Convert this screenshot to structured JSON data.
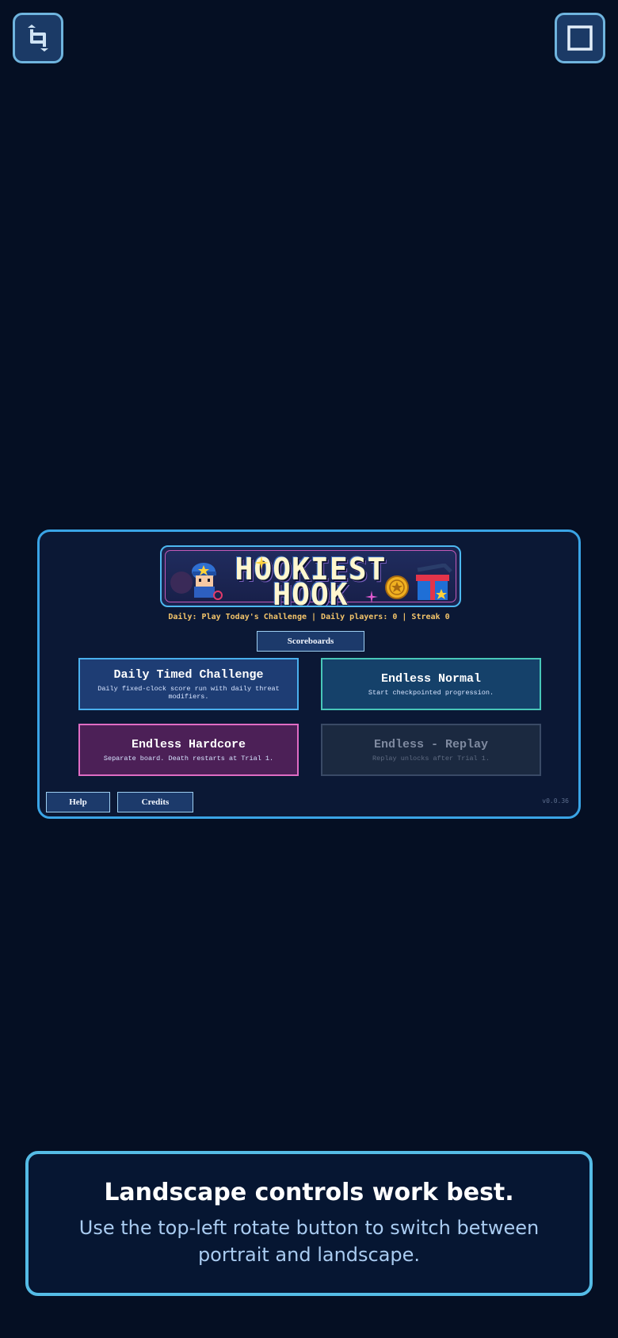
{
  "top_controls": {
    "rotate_icon": "rotate-icon",
    "fullscreen_icon": "fullscreen-icon"
  },
  "menu": {
    "logo": {
      "line1": "HOOKIEST",
      "line2": "HOOK"
    },
    "status": "Daily: Play Today's Challenge | Daily players: 0 | Streak 0",
    "scoreboards_label": "Scoreboards",
    "modes": [
      {
        "title": "Daily Timed Challenge",
        "desc": "Daily fixed-clock score run with daily threat modifiers."
      },
      {
        "title": "Endless Normal",
        "desc": "Start checkpointed progression."
      },
      {
        "title": "Endless Hardcore",
        "desc": "Separate board. Death restarts at Trial 1."
      },
      {
        "title": "Endless - Replay",
        "desc": "Replay unlocks after Trial 1."
      }
    ],
    "help_label": "Help",
    "credits_label": "Credits",
    "version": "v0.0.36"
  },
  "notice": {
    "title": "Landscape controls work best.",
    "body": "Use the top-left rotate button to switch between portrait and landscape."
  },
  "colors": {
    "background": "#050f23",
    "accent": "#3aa4e6",
    "gold": "#f3c46a"
  }
}
